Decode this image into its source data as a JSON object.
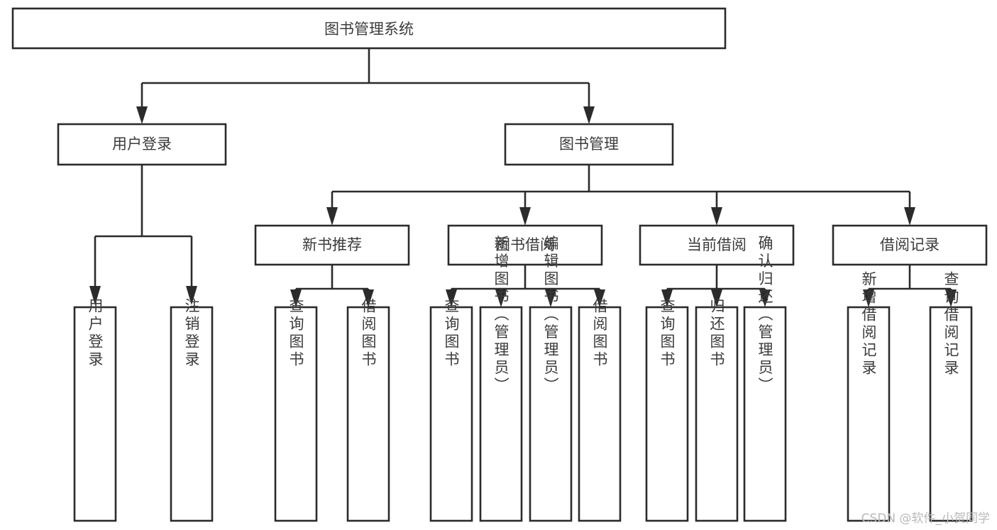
{
  "diagram": {
    "type": "tree",
    "title": "图书管理系统",
    "background_color": "#ffffff",
    "box_border_color": "#2b2b2b",
    "text_color": "#3b3b3b",
    "root": {
      "id": "root",
      "label": "图书管理系统",
      "orientation": "horizontal"
    },
    "level2": [
      {
        "id": "user-login",
        "label": "用户登录",
        "orientation": "horizontal"
      },
      {
        "id": "book-manage",
        "label": "图书管理",
        "orientation": "horizontal"
      }
    ],
    "level3": [
      {
        "id": "new-book-recommend",
        "label": "新书推荐",
        "orientation": "horizontal",
        "parent": "book-manage"
      },
      {
        "id": "book-borrow",
        "label": "图书借阅",
        "orientation": "horizontal",
        "parent": "book-manage"
      },
      {
        "id": "current-borrow",
        "label": "当前借阅",
        "orientation": "horizontal",
        "parent": "book-manage"
      },
      {
        "id": "borrow-record",
        "label": "借阅记录",
        "orientation": "horizontal",
        "parent": "book-manage"
      }
    ],
    "leaves": {
      "user-login": [
        {
          "id": "leaf-user-login",
          "label": "用户登录"
        },
        {
          "id": "leaf-logout",
          "label": "注销登录"
        }
      ],
      "new-book-recommend": [
        {
          "id": "leaf-query-book-1",
          "label": "查询图书"
        },
        {
          "id": "leaf-borrow-book-1",
          "label": "借阅图书"
        }
      ],
      "book-borrow": [
        {
          "id": "leaf-query-book-2",
          "label": "查询图书"
        },
        {
          "id": "leaf-add-book",
          "label": "新增图书（管理员）"
        },
        {
          "id": "leaf-edit-book",
          "label": "编辑图书（管理员）"
        },
        {
          "id": "leaf-borrow-book-2",
          "label": "借阅图书"
        }
      ],
      "current-borrow": [
        {
          "id": "leaf-query-book-3",
          "label": "查询图书"
        },
        {
          "id": "leaf-return-book",
          "label": "归还图书"
        },
        {
          "id": "leaf-confirm-return",
          "label": "确认归还（管理员）"
        }
      ],
      "borrow-record": [
        {
          "id": "leaf-add-record",
          "label": "新增借阅记录"
        },
        {
          "id": "leaf-query-record",
          "label": "查询借阅记录"
        }
      ]
    }
  },
  "watermark": {
    "text": "CSDN @软件_小贺同学"
  }
}
